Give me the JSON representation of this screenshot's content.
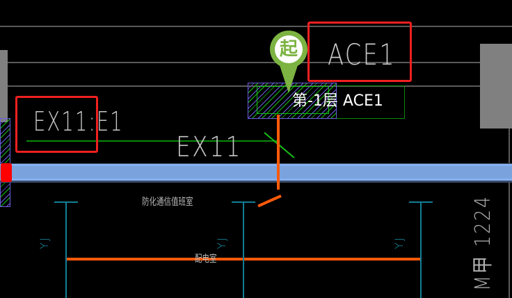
{
  "drawing": {
    "background": "#000000",
    "labels": {
      "highlight_left_label": "EX11:E1",
      "highlight_right_label": "ACE1",
      "cable_label": "EX11",
      "floor_tag": "第-1层 ACE1",
      "start_marker": "起",
      "room_1": "防化通信值班室",
      "room_2": "配电室",
      "yj_1": "YJ",
      "yj_2": "YJ",
      "yj_3": "YJ",
      "door_tag": "M甲 1224"
    },
    "colors": {
      "highlight": "#f02020",
      "cable_tray": "#7aa3de",
      "route": "#ff5a0a",
      "marker": "#7cb342",
      "teal": "#127f96",
      "green": "#0a8a0a",
      "hatch": "#6a5fe0"
    }
  }
}
